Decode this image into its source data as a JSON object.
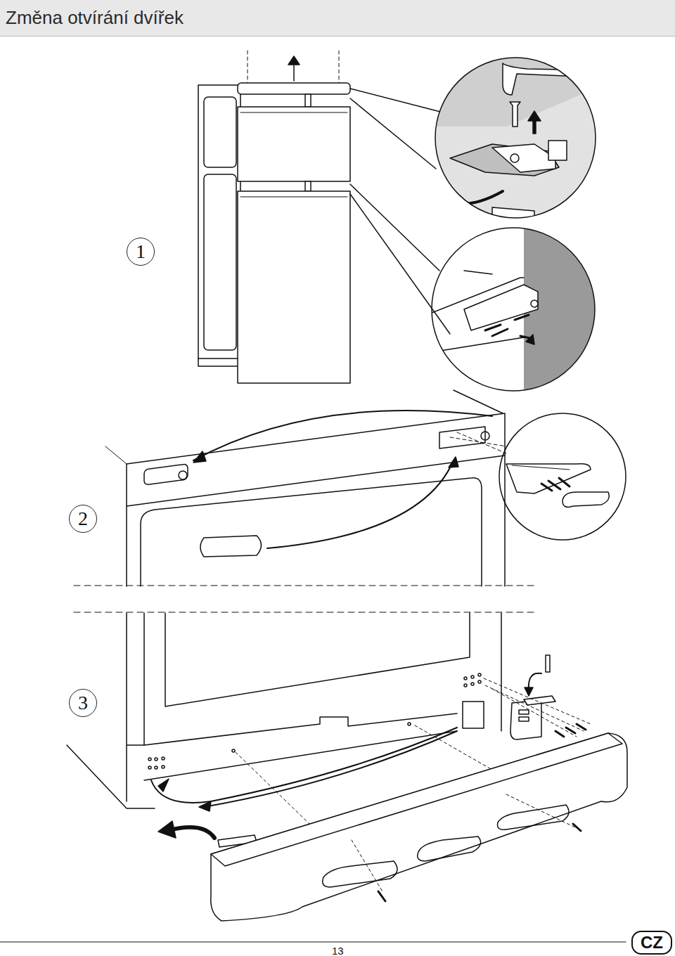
{
  "diagram": {
    "title": "Změna otvírání dvířek",
    "nodes": [
      {
        "text": [
          "Změna otvírání dvířek"
        ]
      },
      {
        "text": [
          "1"
        ]
      },
      {
        "text": [
          "2"
        ]
      },
      {
        "text": [
          "3"
        ]
      },
      {
        "text": [
          "CZ"
        ]
      }
    ],
    "labels": [
      "13"
    ]
  }
}
